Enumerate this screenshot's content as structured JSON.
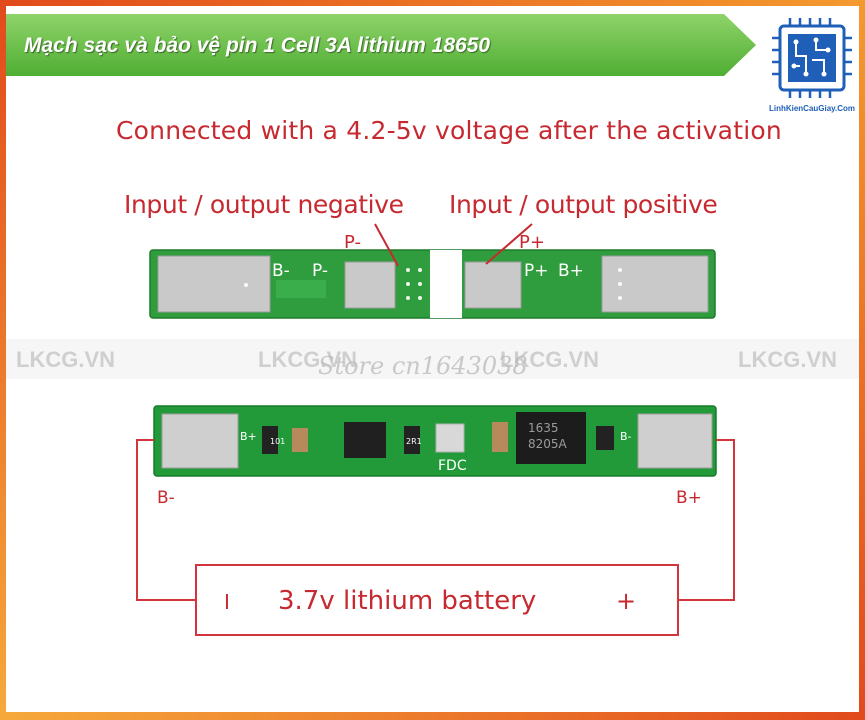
{
  "header": {
    "title": "Mạch sạc và bảo vệ pin 1 Cell 3A lithium 18650",
    "banner_color": "#6cc14a"
  },
  "logo": {
    "caption": "LinhKienCauGiay.Com",
    "icon": "circuit-chip-icon",
    "color": "#1f5fb8"
  },
  "annotations": {
    "activation": "Connected with a 4.2-5v voltage after the activation",
    "negative": "Input / output negative",
    "positive": "Input / output positive",
    "color": "#c62a30"
  },
  "top_board": {
    "labels": {
      "b_minus": "B-",
      "p_minus": "P-",
      "p_plus": "P+",
      "b_plus": "B+",
      "arrow_p_minus": "P-",
      "arrow_p_plus": "P+"
    }
  },
  "watermarks": {
    "left": "LKCG.VN",
    "mid": "LKCG.VN",
    "center": "LKCG.VN",
    "right": "LKCG.VN",
    "store": "Store cn1643038"
  },
  "bottom_board": {
    "chip_main_line1": "1635",
    "chip_main_line2": "8205A",
    "resistor_a": "101",
    "resistor_b": "2R1",
    "fdc": "FDC",
    "pad_left": "B+",
    "pad_right": "B-",
    "wire_left": "B-",
    "wire_right": "B+"
  },
  "battery": {
    "label": "3.7v lithium battery",
    "minus": "I",
    "plus": "+"
  }
}
